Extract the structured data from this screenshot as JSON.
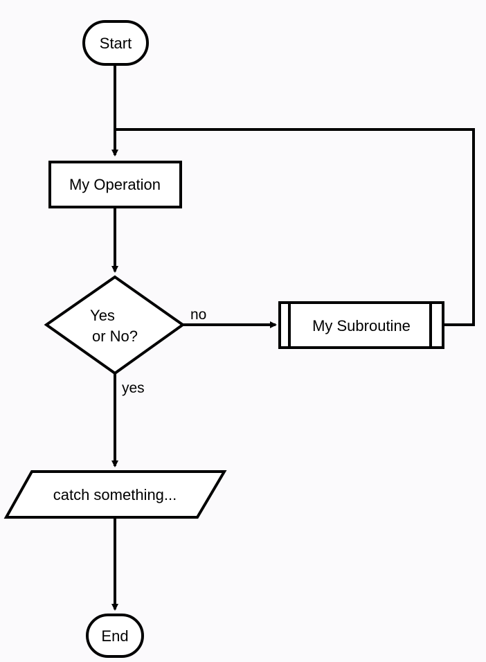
{
  "nodes": {
    "start": "Start",
    "operation": "My Operation",
    "decision_line1": "Yes",
    "decision_line2": "or No?",
    "subroutine": "My Subroutine",
    "io": "catch something...",
    "end": "End"
  },
  "edges": {
    "no": "no",
    "yes": "yes"
  }
}
